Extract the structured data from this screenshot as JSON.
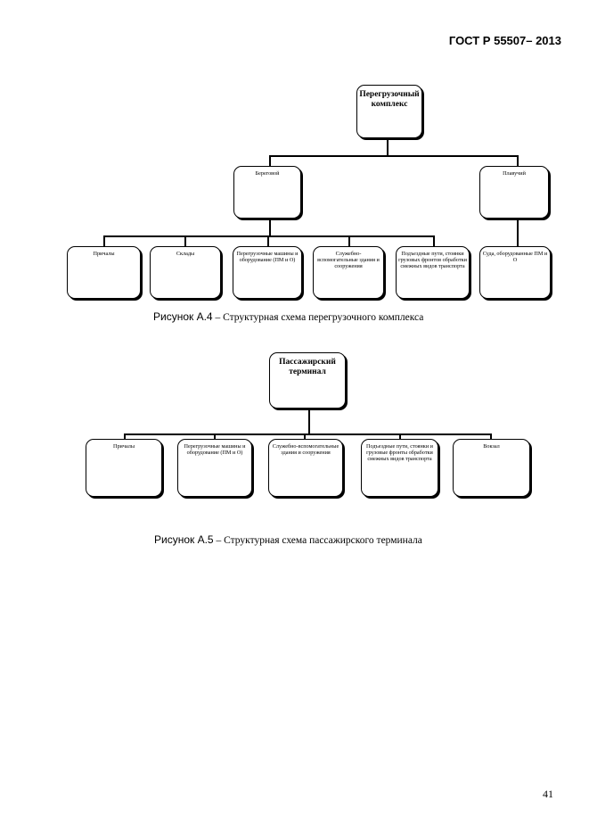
{
  "header": {
    "standard": "ГОСТ Р 55507– 2013"
  },
  "figure_a4": {
    "root": "Перегрузочный комплекс",
    "level2": [
      "Береговой",
      "Плавучий"
    ],
    "level3": [
      "Причалы",
      "Склады",
      "Перегрузочные машины и оборудование (ПМ и О)",
      "Служебно-вспомогательные здания и сооружения",
      "Подъездные пути, стоянки грузовых фронтов обработки смежных видов транспорта",
      "Суда, оборудованные ПМ и О"
    ],
    "caption_label": "Рисунок А.4",
    "caption_text": " – Структурная схема перегрузочного комплекса"
  },
  "figure_a5": {
    "root": "Пассажирский терминал",
    "children": [
      "Причалы",
      "Перегрузочные машины и оборудование (ПМ и О)",
      "Служебно-вспомогательные здания и сооружения",
      "Подъездные пути, стоянки и грузовые фронты обработки смежных видов транспорта",
      "Вокзал"
    ],
    "caption_label": "Рисунок А.5",
    "caption_text": " – Структурная схема пассажирского терминала"
  },
  "page_number": "41"
}
